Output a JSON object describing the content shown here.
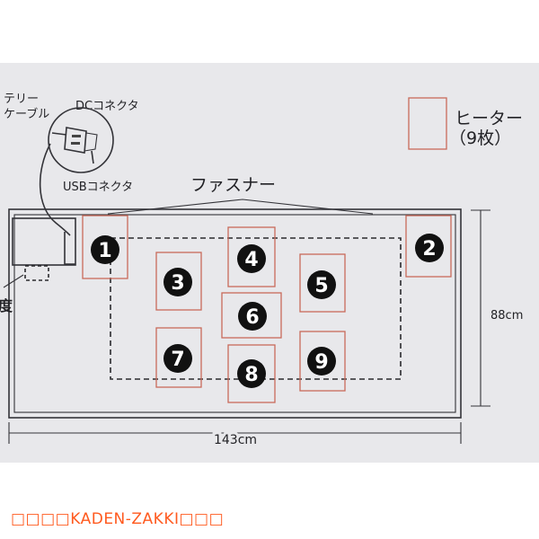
{
  "labels": {
    "battery_cable_line1": "テリー",
    "battery_cable_line2": "ケーブル",
    "dc_connector": "DCコネクタ",
    "usb_connector": "USBコネクタ",
    "fastener": "ファスナー",
    "heater_legend_line1": "ヒーター",
    "heater_legend_line2": "（9枚）",
    "height": "88cm",
    "width": "143cm",
    "partial_left": "度"
  },
  "heaters": [
    "1",
    "2",
    "3",
    "4",
    "5",
    "6",
    "7",
    "8",
    "9"
  ],
  "colors": {
    "heater_outline": "#c86a5a",
    "badge": "#111111",
    "watermark": "#ff5a1f"
  },
  "watermark": "□□□□KADEN-ZAKKI□□□"
}
